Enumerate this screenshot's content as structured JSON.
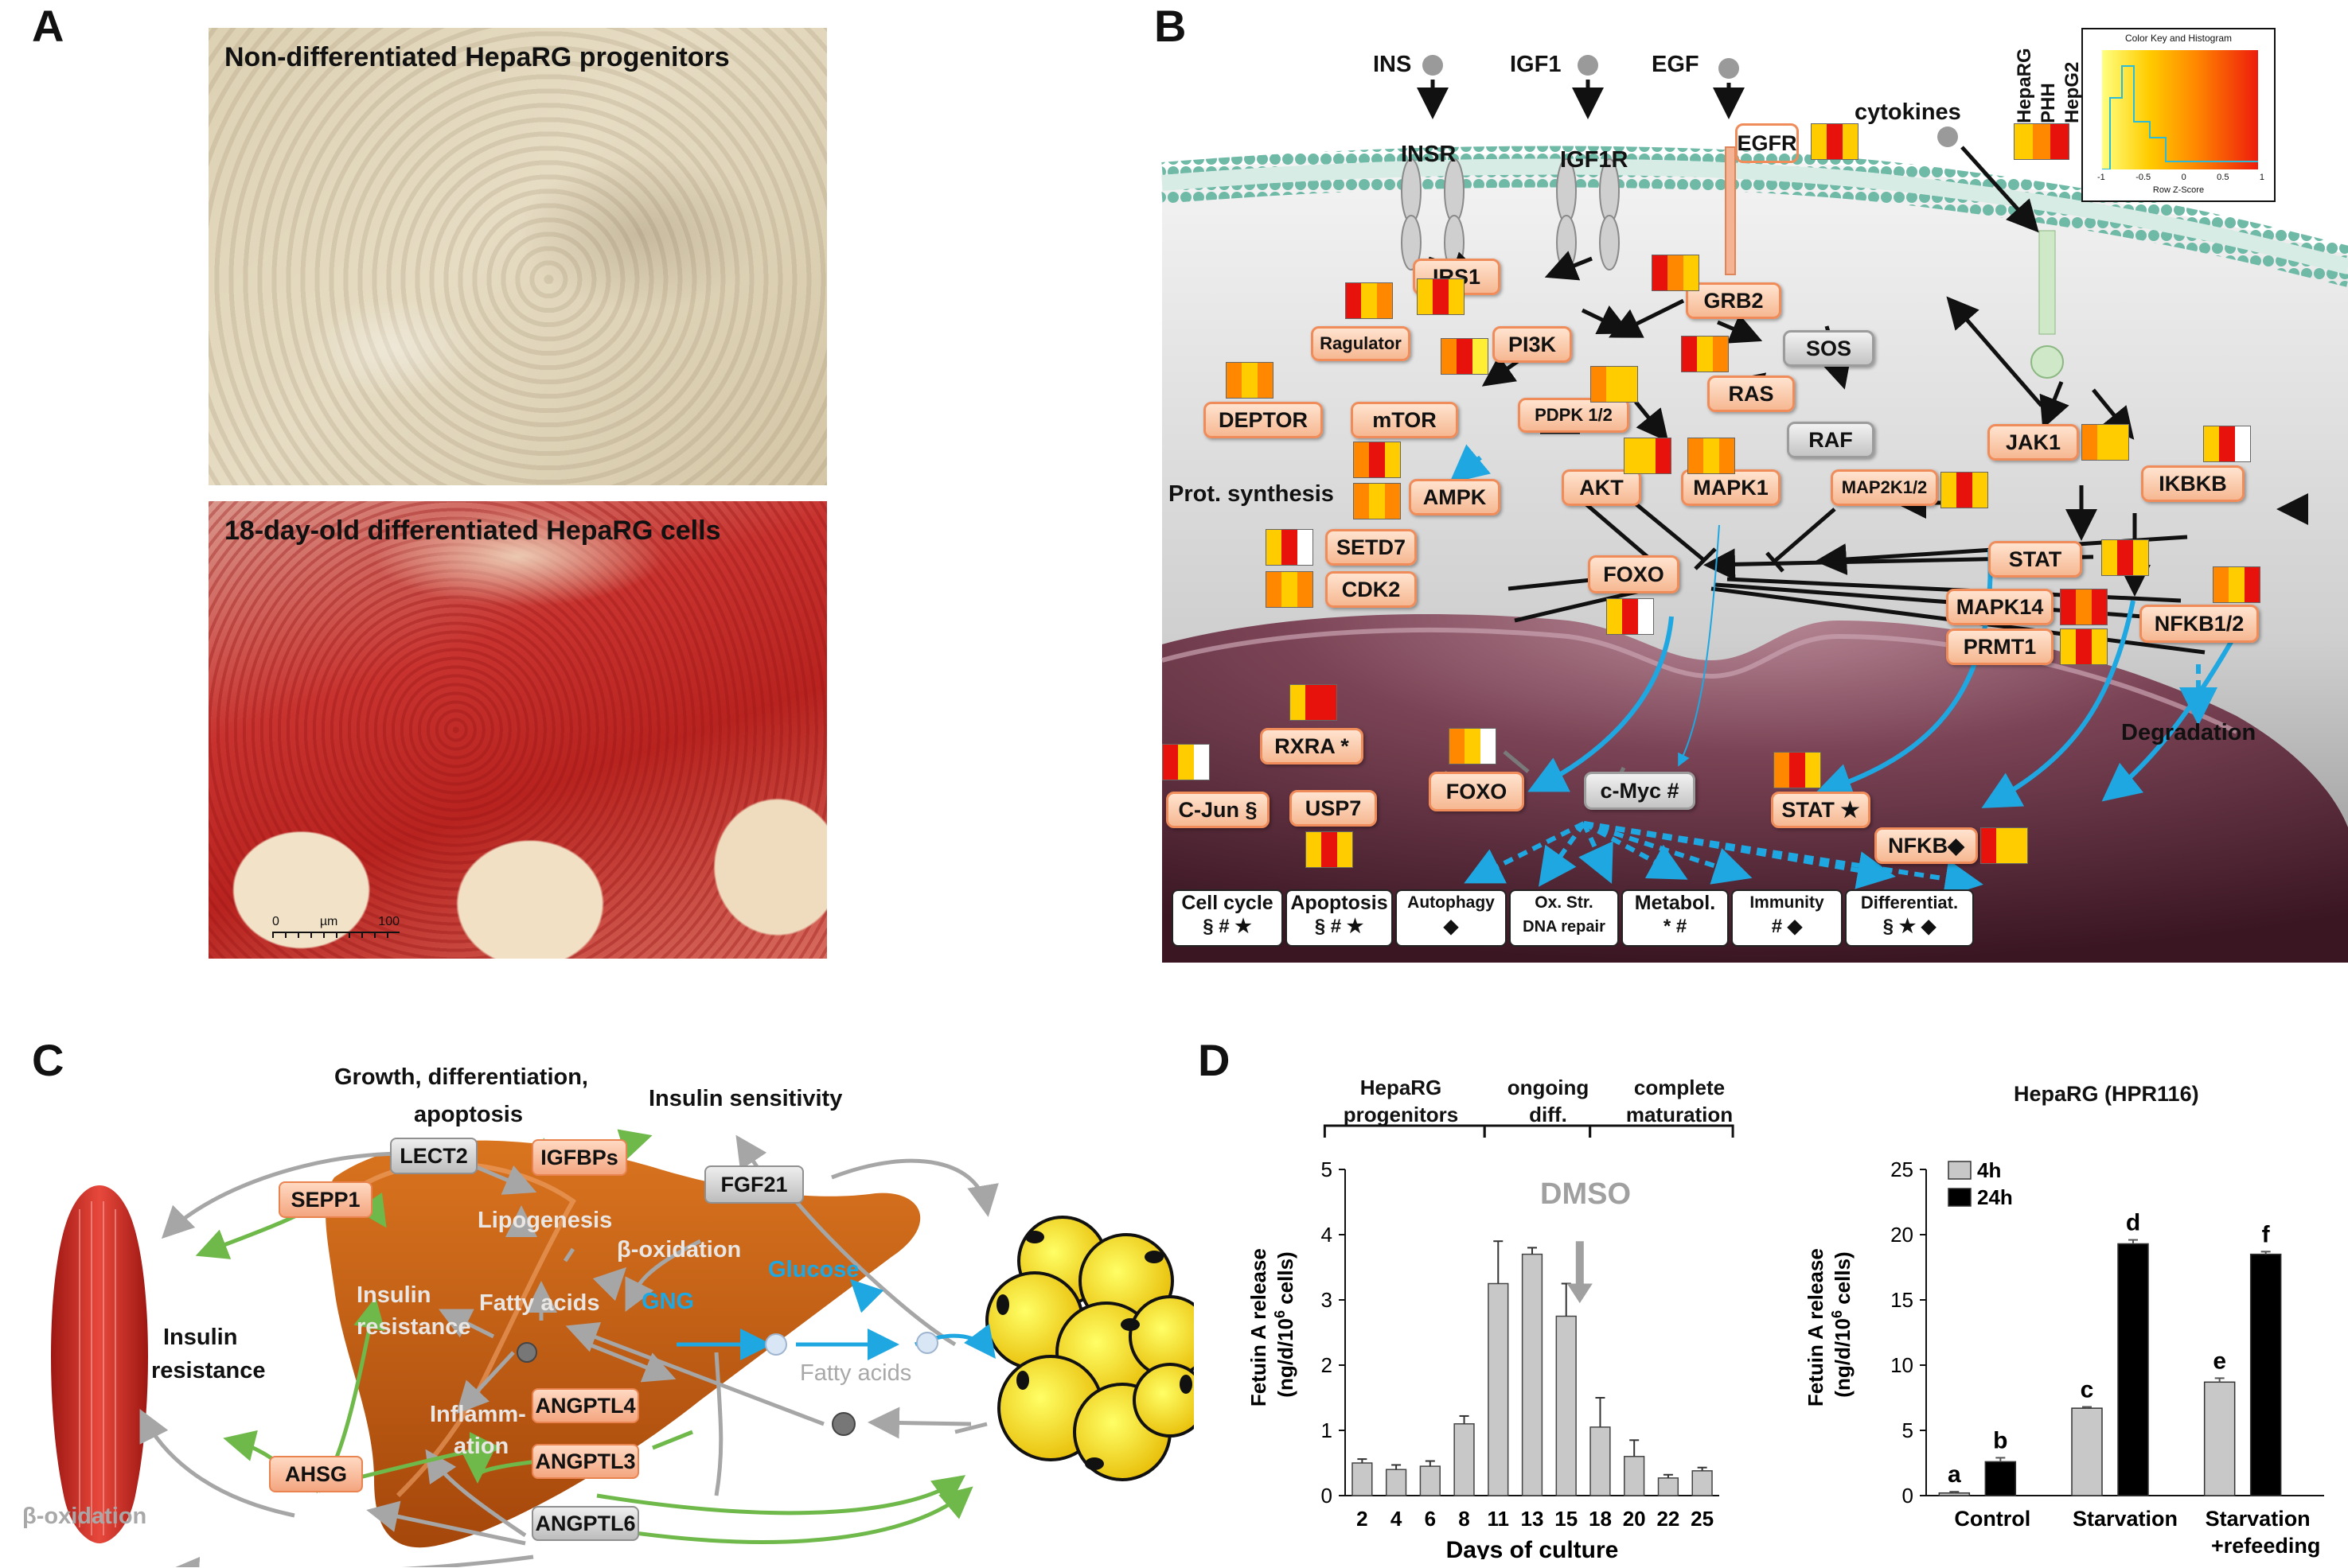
{
  "panels": {
    "a": {
      "letter": "A",
      "top_caption": "Non-differentiated HepaRG progenitors",
      "bottom_caption": "18-day-old differentiated HepaRG cells",
      "scale_labels": [
        "0",
        "µm",
        "100"
      ]
    },
    "b": {
      "letter": "B",
      "ligands": [
        "INS",
        "IGF1",
        "EGF",
        "cytokines"
      ],
      "heatmap_legend": {
        "columns": [
          "HepaRG",
          "PHH",
          "HepG2"
        ],
        "colors": [
          "#ffcc00",
          "#ff8800",
          "#e8120c"
        ],
        "key_title": "Color Key and Histogram",
        "key_xlabel": "Row Z-Score",
        "key_ticks": [
          "-1",
          "-0.5",
          "0",
          "0.5",
          "1"
        ]
      },
      "receptors": [
        "INSR",
        "IGF1R",
        "EGFR"
      ],
      "nodes": {
        "irs1": "IRS1",
        "pi3k": "PI3K",
        "grb2": "GRB2",
        "sos": "SOS",
        "ras": "RAS",
        "raf": "RAF",
        "regulator": "Ragulator",
        "mtor": "mTOR",
        "deptor": "DEPTOR",
        "pdpk": "PDPK 1/2",
        "akt": "AKT",
        "mapk1": "MAPK1",
        "map2k": "MAP2K1/2",
        "jak1": "JAK1",
        "ikbkb": "IKBKB",
        "ampk": "AMPK",
        "setd7": "SETD7",
        "cdk2": "CDK2",
        "foxo_cyto": "FOXO",
        "stat_cyto": "STAT",
        "mapk14": "MAPK14",
        "prmt1": "PRMT1",
        "nfkb12": "NFKB1/2",
        "rxra": "RXRA *",
        "cjun": "C-Jun §",
        "usp7": "USP7",
        "foxo_nuc": "FOXO",
        "cmyc": "c-Myc #",
        "stat_nuc": "STAT ★",
        "nfkb": "NFKB◆"
      },
      "labels": {
        "prot_synthesis": "Prot. synthesis",
        "degradation": "Degradation"
      },
      "fates": [
        {
          "title": "Cell cycle",
          "symbols": "§ # ★"
        },
        {
          "title": "Apoptosis",
          "symbols": "§ # ★"
        },
        {
          "title": "Autophagy",
          "symbols": "◆"
        },
        {
          "title": "Ox. Str.",
          "symbols": "DNA repair"
        },
        {
          "title": "Metabol.",
          "symbols": "* #"
        },
        {
          "title": "Immunity",
          "symbols": "# ◆"
        },
        {
          "title": "Differentiat.",
          "symbols": "§ ★ ◆"
        }
      ]
    },
    "c": {
      "letter": "C",
      "texts": {
        "growth": "Growth, differentiation,",
        "apoptosis": "apoptosis",
        "insulin_sens": "Insulin sensitivity",
        "lipogenesis": "Lipogenesis",
        "beta_ox_liver": "β-oxidation",
        "glucose": "Glucose",
        "gng": "GNG",
        "fatty_acids_liver": "Fatty acids",
        "insulin_res_liver_1": "Insulin",
        "insulin_res_liver_2": "resistance",
        "inflamm_1": "Inflamm-",
        "inflamm_2": "ation",
        "insulin_res_muscle_1": "Insulin",
        "insulin_res_muscle_2": "resistance",
        "beta_ox_muscle": "β-oxidation",
        "fatty_acids_adipose": "Fatty acids"
      },
      "boxes": {
        "lect2": "LECT2",
        "igfbps": "IGFBPs",
        "fgf21": "FGF21",
        "sepp1": "SEPP1",
        "angptl4": "ANGPTL4",
        "angptl3": "ANGPTL3",
        "angptl6": "ANGPTL6",
        "ahsg": "AHSG"
      }
    },
    "d": {
      "letter": "D",
      "left_headers": [
        {
          "line1": "HepaRG",
          "line2": "progenitors"
        },
        {
          "line1": "ongoing",
          "line2": "diff."
        },
        {
          "line1": "complete",
          "line2": "maturation"
        }
      ],
      "dmso_label": "DMSO",
      "right_title": "HepaRG (HPR116)"
    }
  },
  "chart_data": [
    {
      "type": "bar",
      "title": "",
      "xlabel": "Days of culture",
      "ylabel": "Fetuin A release (ng/d/10^6 cells)",
      "ylim": [
        0,
        5
      ],
      "yticks": [
        "0",
        "1",
        "2",
        "3",
        "4",
        "5"
      ],
      "categories": [
        "2",
        "4",
        "6",
        "8",
        "11",
        "13",
        "15",
        "18",
        "20",
        "22",
        "25"
      ],
      "series": [
        {
          "values": [
            0.5,
            0.4,
            0.45,
            1.1,
            3.25,
            3.7,
            2.75,
            1.05,
            0.6,
            0.27,
            0.38
          ],
          "errors": [
            0.06,
            0.07,
            0.08,
            0.12,
            0.65,
            0.1,
            0.5,
            0.45,
            0.25,
            0.05,
            0.05
          ]
        }
      ],
      "color": "#c8c8c8"
    },
    {
      "type": "bar",
      "title": "HepaRG (HPR116)",
      "xlabel": "",
      "ylabel": "Fetuin A release (ng/d/10^6 cells)",
      "ylim": [
        0,
        25
      ],
      "yticks": [
        "0",
        "5",
        "10",
        "15",
        "20",
        "25"
      ],
      "categories": [
        "Control",
        "Starvation",
        "Starvation +refeeding"
      ],
      "series": [
        {
          "name": "4h",
          "values": [
            0.2,
            6.7,
            8.7
          ],
          "errors": [
            0.1,
            0.1,
            0.3
          ],
          "letters": [
            "a",
            "c",
            "e"
          ],
          "color": "#c8c8c8"
        },
        {
          "name": "24h",
          "values": [
            2.6,
            19.3,
            18.5
          ],
          "errors": [
            0.3,
            0.3,
            0.2
          ],
          "letters": [
            "b",
            "d",
            "f"
          ],
          "color": "#000000"
        }
      ],
      "legend": "top-left"
    }
  ]
}
